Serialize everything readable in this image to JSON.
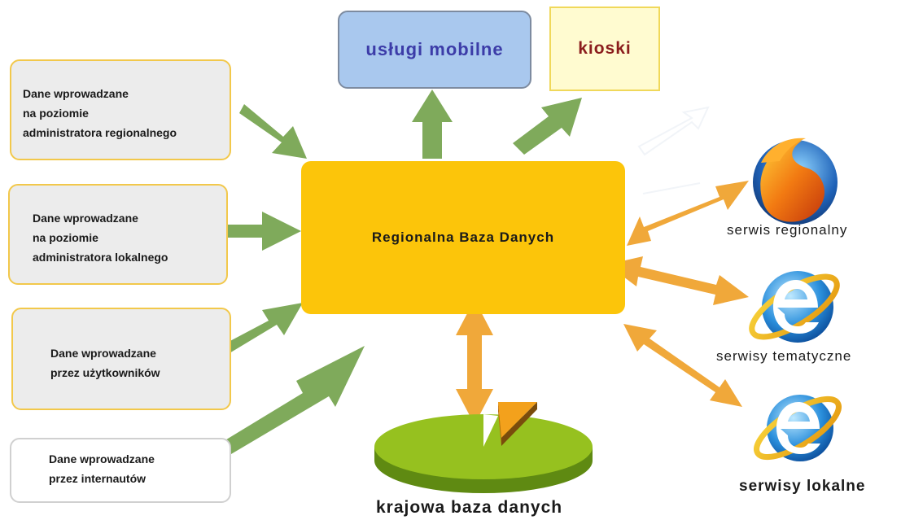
{
  "inputs": {
    "box1": [
      "Dane wprowadzane",
      "na poziomie",
      "administratora regionalnego"
    ],
    "box2": [
      "Dane wprowadzane",
      "na poziomie",
      "administratora lokalnego"
    ],
    "box3": [
      "Dane wprowadzane",
      "przez użytkowników"
    ],
    "box4": [
      "Dane wprowadzane",
      "przez internautów"
    ]
  },
  "central": "Regionalna Baza Danych",
  "outputs": {
    "mobile": "usługi mobilne",
    "kiosks": "kioski"
  },
  "services": {
    "regional": "serwis regionalny",
    "thematic": "serwisy tematyczne",
    "local": "serwisy lokalne"
  },
  "national_db": "krajowa baza danych",
  "colors": {
    "central": "#fcc50a",
    "input_arrow": "#7faa5b",
    "exchange_arrow": "#f0a83a",
    "mobile_box": "#a9c8ee",
    "pie_main": "#96c11f",
    "pie_slice": "#f3a11c"
  },
  "icons": [
    "firefox-icon",
    "internet-explorer-icon",
    "internet-explorer-icon"
  ]
}
